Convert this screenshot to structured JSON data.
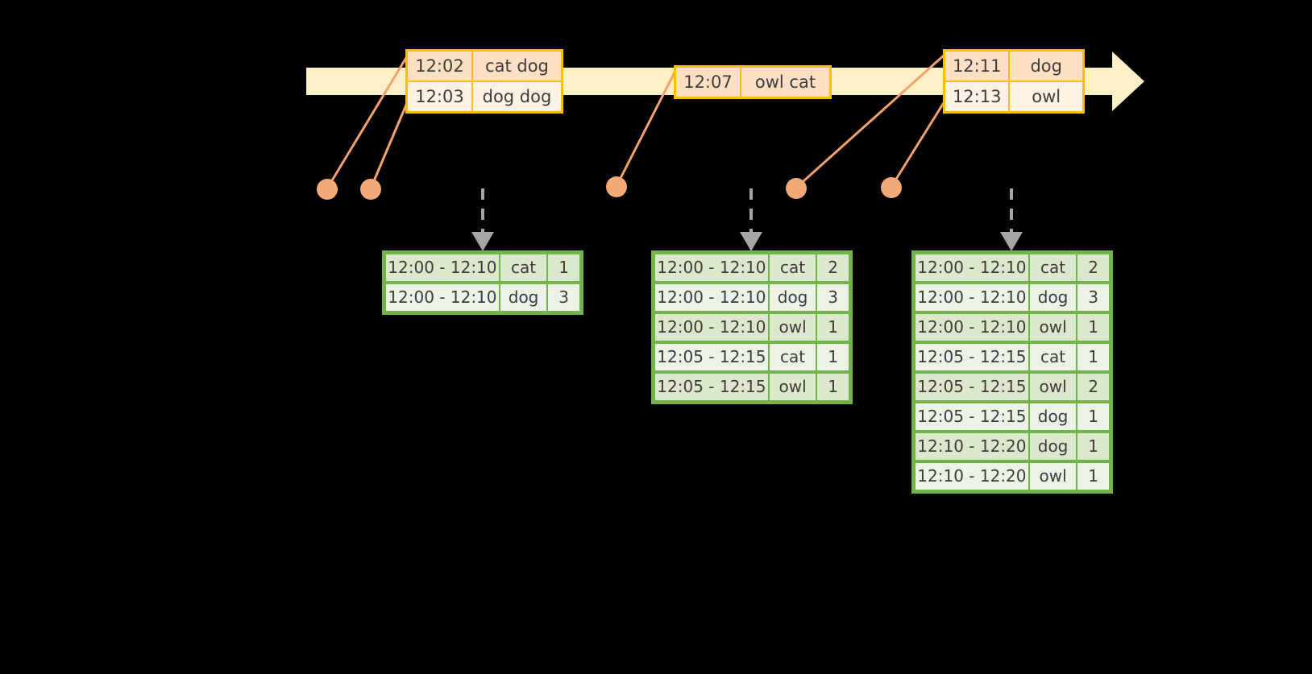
{
  "diagram": {
    "title": "windowed-stream-aggregation",
    "colors": {
      "timeline_band": "#FDF0C8",
      "event_border": "#FFBF00",
      "event_fill_dark": "#FDE0C4",
      "event_fill_light": "#FDF1E3",
      "connector": "#F4A26B",
      "dot": "#F4AA77",
      "table_border": "#72B34A",
      "row_fill_dark": "#DCE8CC",
      "row_fill_light": "#EDF2E7",
      "arrow_gray": "#A6A6A6",
      "background": "#000000"
    }
  },
  "timeline": {
    "arrow_head_label": "time-arrow",
    "event_groups": [
      {
        "name": "group-1",
        "events": [
          {
            "time": "12:02",
            "words": "cat dog"
          },
          {
            "time": "12:03",
            "words": "dog dog"
          }
        ]
      },
      {
        "name": "group-2",
        "events": [
          {
            "time": "12:07",
            "words": "owl cat"
          }
        ]
      },
      {
        "name": "group-3",
        "events": [
          {
            "time": "12:11",
            "words": "dog"
          },
          {
            "time": "12:13",
            "words": "owl"
          }
        ]
      }
    ]
  },
  "results": [
    {
      "name": "result-table-1",
      "rows": [
        {
          "window": "12:00 - 12:10",
          "key": "cat",
          "count": "1"
        },
        {
          "window": "12:00 - 12:10",
          "key": "dog",
          "count": "3"
        }
      ]
    },
    {
      "name": "result-table-2",
      "rows": [
        {
          "window": "12:00 - 12:10",
          "key": "cat",
          "count": "2"
        },
        {
          "window": "12:00 - 12:10",
          "key": "dog",
          "count": "3"
        },
        {
          "window": "12:00 - 12:10",
          "key": "owl",
          "count": "1"
        },
        {
          "window": "12:05 - 12:15",
          "key": "cat",
          "count": "1"
        },
        {
          "window": "12:05 - 12:15",
          "key": "owl",
          "count": "1"
        }
      ]
    },
    {
      "name": "result-table-3",
      "rows": [
        {
          "window": "12:00 - 12:10",
          "key": "cat",
          "count": "2"
        },
        {
          "window": "12:00 - 12:10",
          "key": "dog",
          "count": "3"
        },
        {
          "window": "12:00 - 12:10",
          "key": "owl",
          "count": "1"
        },
        {
          "window": "12:05 - 12:15",
          "key": "cat",
          "count": "1"
        },
        {
          "window": "12:05 - 12:15",
          "key": "owl",
          "count": "2"
        },
        {
          "window": "12:05 - 12:15",
          "key": "dog",
          "count": "1"
        },
        {
          "window": "12:10 - 12:20",
          "key": "dog",
          "count": "1"
        },
        {
          "window": "12:10 - 12:20",
          "key": "owl",
          "count": "1"
        }
      ]
    }
  ]
}
